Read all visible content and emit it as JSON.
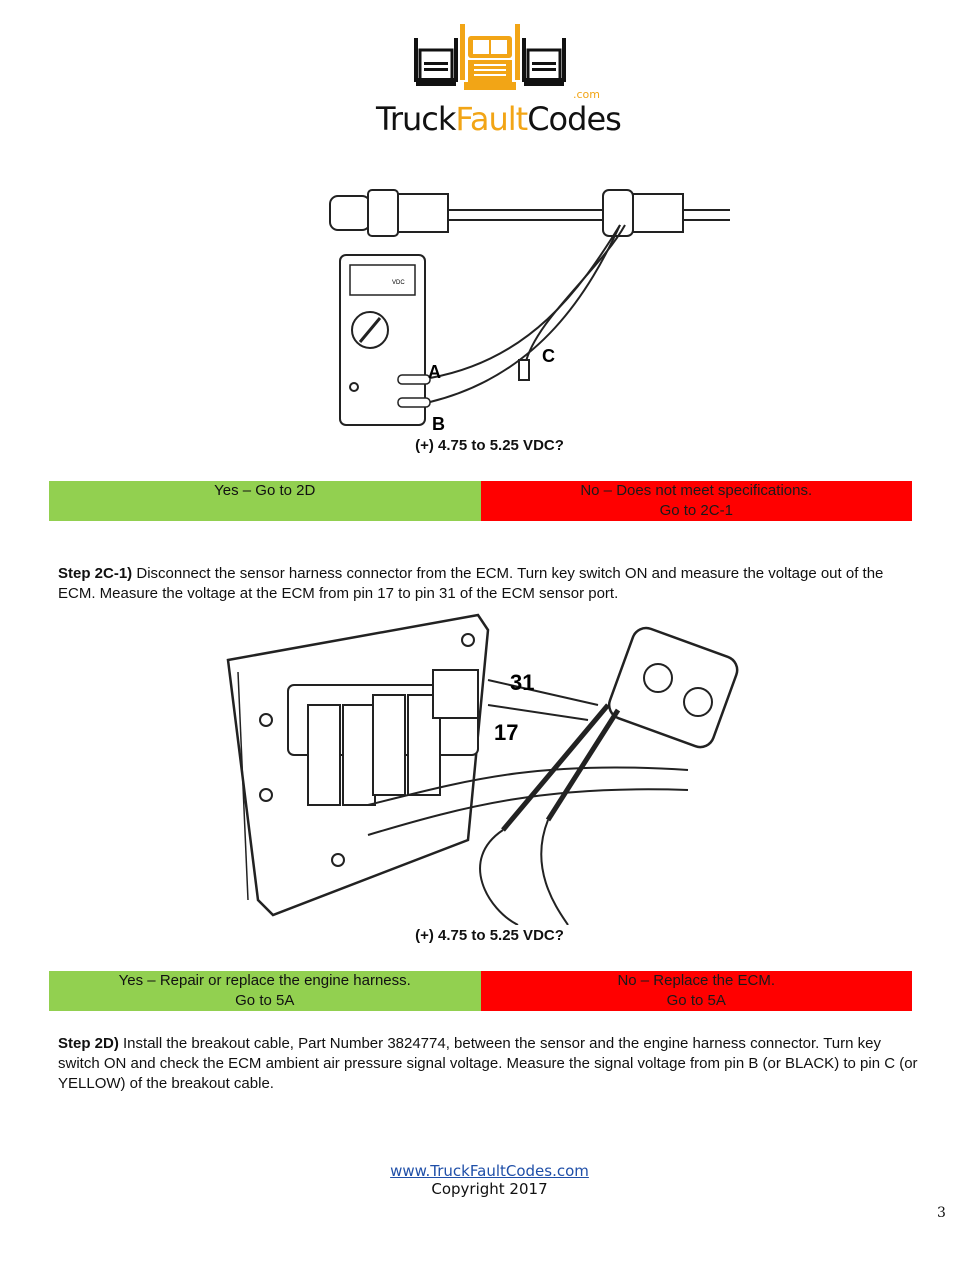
{
  "logo": {
    "part1": "Truck",
    "part2": "Fault",
    "part3": "Codes",
    "com": ".com"
  },
  "figure1": {
    "labels": {
      "a": "A",
      "b": "B",
      "c": "C",
      "meter_unit": "VDC"
    }
  },
  "question1": "(+) 4.75 to 5.25 VDC?",
  "choices1": {
    "yes": "Yes – Go to 2D",
    "no_line1": "No – Does not meet specifications.",
    "no_line2": "Go to 2C-1"
  },
  "step_2c1": {
    "label": "Step 2C-1)",
    "text": " Disconnect the sensor harness connector from the ECM. Turn key switch ON and measure the voltage out of the ECM. Measure the voltage at the ECM from pin 17 to pin 31 of the ECM sensor port."
  },
  "figure2": {
    "labels": {
      "pin_a": "31",
      "pin_b": "17"
    }
  },
  "question2": "(+) 4.75 to 5.25 VDC?",
  "choices2": {
    "yes_line1": "Yes – Repair or replace the engine harness.",
    "yes_line2": "Go to 5A",
    "no_line1": "No – Replace the ECM.",
    "no_line2": "Go to 5A"
  },
  "step_2d": {
    "label": "Step 2D)",
    "text": " Install the breakout cable, Part Number 3824774, between the sensor and the engine harness connector. Turn key switch ON and check the ECM ambient air pressure signal voltage. Measure the signal voltage from pin B (or BLACK) to pin C (or YELLOW) of the breakout cable."
  },
  "footer": {
    "link": "www.TruckFaultCodes.com",
    "copyright": "Copyright 2017"
  },
  "page_number": "3"
}
